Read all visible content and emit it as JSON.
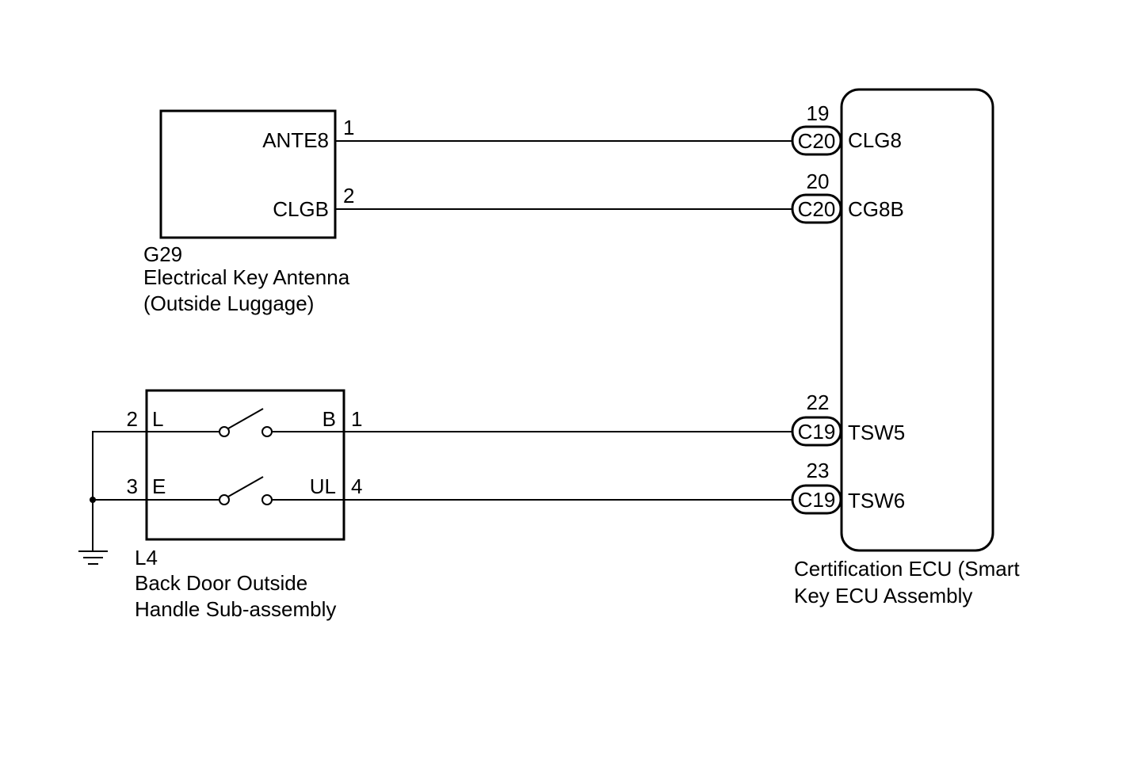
{
  "antenna": {
    "id": "G29",
    "name_line1": "Electrical Key Antenna",
    "name_line2": "(Outside Luggage)",
    "pin1_label": "ANTE8",
    "pin2_label": "CLGB",
    "pin1_num": "1",
    "pin2_num": "2"
  },
  "handle": {
    "id": "L4",
    "name_line1": "Back Door Outside",
    "name_line2": "Handle Sub-assembly",
    "pin_l_num": "2",
    "pin_l_label": "L",
    "pin_e_num": "3",
    "pin_e_label": "E",
    "pin_b_label": "B",
    "pin_b_num": "1",
    "pin_ul_label": "UL",
    "pin_ul_num": "4"
  },
  "ecu": {
    "name_line1": "Certification ECU (Smart",
    "name_line2": "Key ECU Assembly",
    "pins": [
      {
        "num": "19",
        "connector": "C20",
        "label": "CLG8"
      },
      {
        "num": "20",
        "connector": "C20",
        "label": "CG8B"
      },
      {
        "num": "22",
        "connector": "C19",
        "label": "TSW5"
      },
      {
        "num": "23",
        "connector": "C19",
        "label": "TSW6"
      }
    ]
  }
}
